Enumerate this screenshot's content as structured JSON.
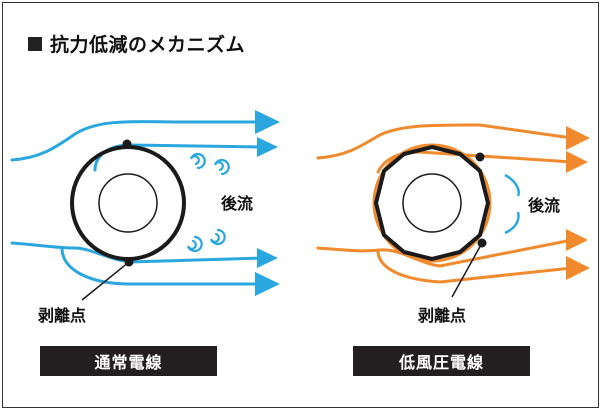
{
  "title": "抗力低減のメカニズム",
  "colors": {
    "normal": "#2aa7df",
    "low": "#f08a2c",
    "wire": "#1a1a1a",
    "bar": "#231f20"
  },
  "left_panel": {
    "wake_label": "後流",
    "separation_label": "剥離点",
    "caption": "通常電線"
  },
  "right_panel": {
    "wake_label": "後流",
    "separation_label": "剥離点",
    "caption": "低風圧電線"
  }
}
